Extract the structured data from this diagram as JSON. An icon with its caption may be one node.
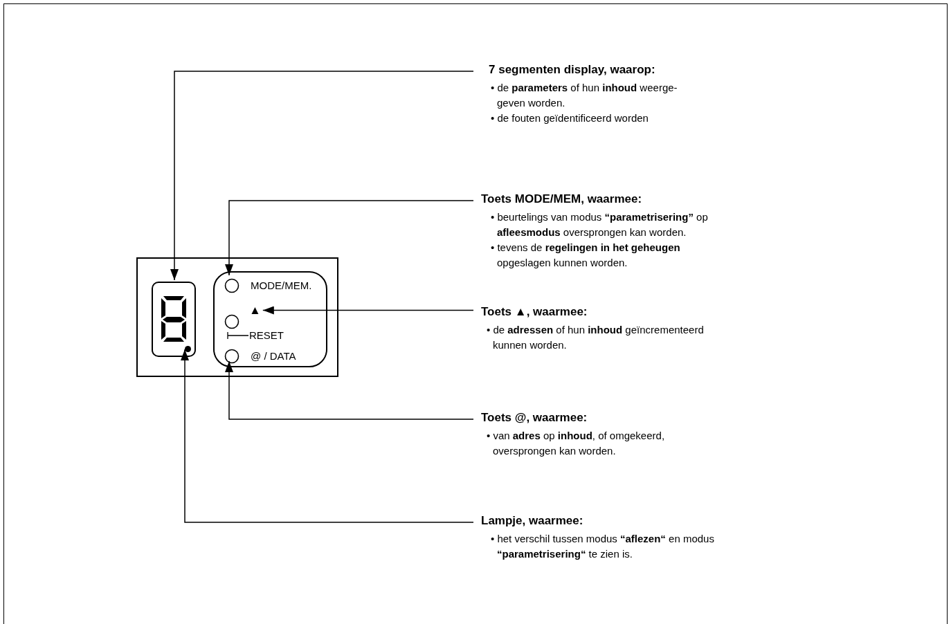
{
  "diagram": {
    "nodes": [
      {
        "text": [],
        "shape": "box"
      },
      {
        "text": [],
        "shape": "box",
        "in": 0
      },
      {
        "text": [],
        "shape": "circle",
        "in": 1
      },
      {
        "text": [],
        "shape": "box",
        "in": 0
      },
      {
        "text": [
          "MODE/MEM."
        ],
        "in": 3
      },
      {
        "text": [
          "▲"
        ],
        "in": 3
      },
      {
        "text": [
          "@ / DATA"
        ],
        "in": 3
      },
      {
        "text": [
          "7 segmenten display, waarop:",
          "• de **parameters** of hun **inhoud** weerge- geven worden.",
          "• de fouten geïdentificeerd worden"
        ]
      },
      {
        "text": [
          "Toets MODE/MEM, waarmee:",
          "• beurtelings van modus **“parametrisering”** op **afleesmodus** oversprongen kan worden.",
          "• tevens de **regelingen in het geheugen** opgeslagen kunnen worden."
        ]
      },
      {
        "text": [
          "Toets ▲, waarmee:",
          "• de **adressen** of hun **inhoud** geïncrementeerd kunnen worden."
        ]
      },
      {
        "text": [
          "Toets @, waarmee:",
          "• van **adres** op **inhoud**, of omgekeerd, oversprongen kan worden."
        ]
      },
      {
        "text": [
          "Lampje, waarmee:",
          "• het verschil tussen modus **“aflezen“** en modus **“parametrisering“** te zien is."
        ]
      }
    ],
    "edges": [
      {
        "from": 7,
        "to": 1,
        "arrow": "to"
      },
      {
        "from": 8,
        "to": 4,
        "arrow": "to"
      },
      {
        "from": 9,
        "to": 5,
        "arrow": "to"
      },
      {
        "from": 10,
        "to": 6,
        "arrow": "to"
      },
      {
        "from": 11,
        "to": 2,
        "arrow": "to"
      }
    ],
    "labels": [
      "RESET"
    ]
  }
}
